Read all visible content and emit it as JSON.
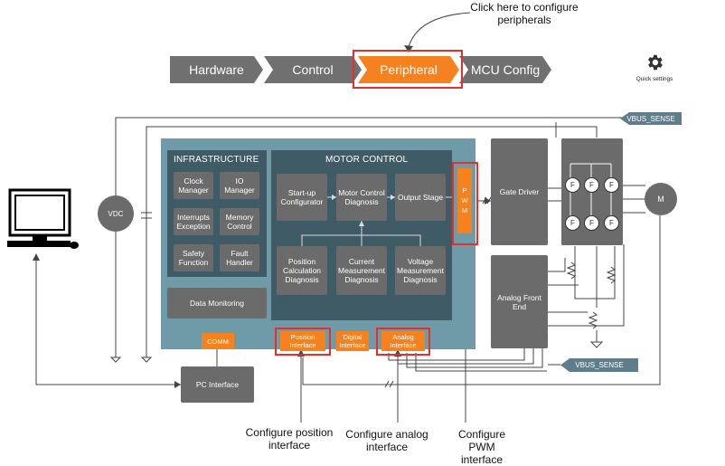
{
  "annotations": {
    "click_peripherals": "Click here to configure peripherals",
    "configure_position": "Configure position interface",
    "configure_analog": "Configure analog interface",
    "configure_pwm": "Configure PWM interface"
  },
  "nav": {
    "tabs": [
      {
        "label": "Hardware",
        "active": false
      },
      {
        "label": "Control",
        "active": false
      },
      {
        "label": "Peripheral",
        "active": true
      },
      {
        "label": "MCU Config",
        "active": false
      }
    ],
    "quick_settings": "Quick settings"
  },
  "infrastructure": {
    "title": "INFRASTRUCTURE",
    "blocks": [
      "Clock Manager",
      "IO Manager",
      "Interrupts Exception",
      "Memory Control",
      "Safety Function",
      "Fault Handler"
    ],
    "data_monitoring": "Data Monitoring",
    "comm": "COMM"
  },
  "motor_control": {
    "title": "MOTOR CONTROL",
    "blocks": {
      "startup": "Start-up Configurator",
      "motor_diag": "Motor Control Diagnosis",
      "output": "Output Stage",
      "position_diag": "Position Calculation Diagnosis",
      "current_diag": "Current Measurement Diagnosis",
      "voltage_diag": "Voltage Measurement Diagnosis"
    },
    "pwm": "PWM"
  },
  "interfaces": {
    "position": "Position Interface",
    "digital": "Digital Interface",
    "analog": "Analog Interface"
  },
  "external": {
    "vdc": "VDC",
    "gate_driver": "Gate Driver",
    "afe": "Analog Front End",
    "motor": "M",
    "pc_interface": "PC Interface",
    "vbus_sense": "VBUS_SENSE",
    "fet": "F"
  },
  "colors": {
    "accent": "#f5821f",
    "highlight": "#e0312f",
    "panel": "#6f9aa8",
    "panel_dark": "#3f5c66",
    "block": "#6b6b6b"
  }
}
